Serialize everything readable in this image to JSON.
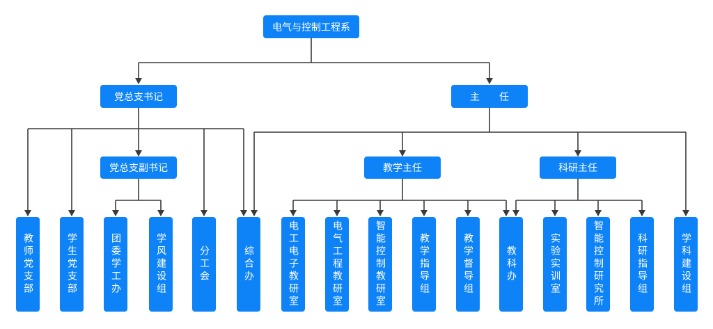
{
  "root": "电气与控制工程系",
  "party_secretary": "党总支书记",
  "deputy_secretary": "党总支副书记",
  "director": "主任",
  "teaching_director": "教学主任",
  "research_director": "科研主任",
  "leaves": [
    "教师党支部",
    "学生党支部",
    "团委学工办",
    "学风建设组",
    "分工会",
    "综合办",
    "电工电子教研室",
    "电气工程教研室",
    "智能控制教研室",
    "教学指导组",
    "教学督导组",
    "教科办",
    "实验实训室",
    "智能控制研究所",
    "科研指导组",
    "学科建设组"
  ]
}
